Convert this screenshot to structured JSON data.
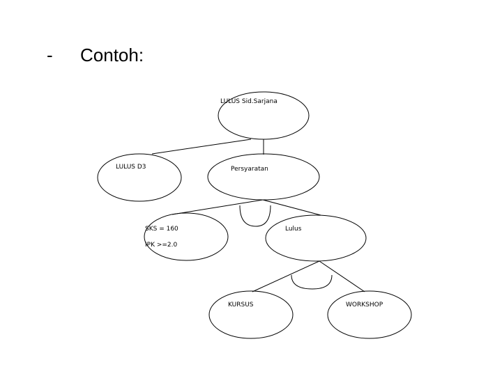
{
  "slide": {
    "bullet": "-",
    "title": "Contoh:"
  },
  "diagram": {
    "nodes": {
      "root": "LULUS Sid.Sarjana",
      "d3": "LULUS D3",
      "persyaratan": "Persyaratan",
      "sks": "SKS = 160",
      "ipk": "IPK >=2.0",
      "lulus": "Lulus",
      "kursus": "KURSUS",
      "workshop": "WORKSHOP"
    }
  }
}
